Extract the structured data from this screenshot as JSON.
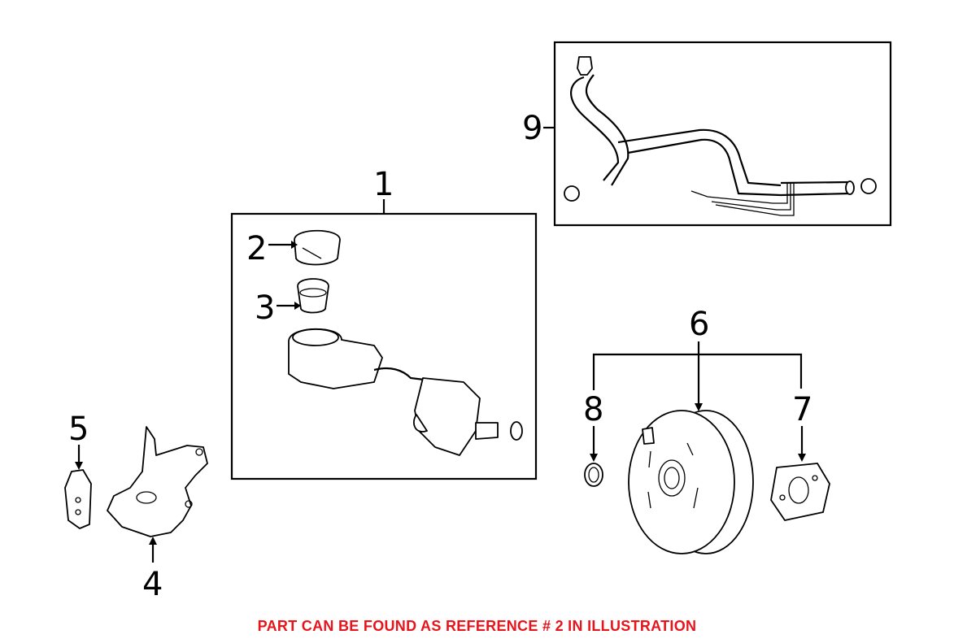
{
  "diagram": {
    "callouts": {
      "c1": "1",
      "c2": "2",
      "c3": "3",
      "c4": "4",
      "c5": "5",
      "c6": "6",
      "c7": "7",
      "c8": "8",
      "c9": "9"
    },
    "parts": [
      "brake-master-cylinder-assembly",
      "reservoir-cap",
      "reservoir-strainer",
      "bracket",
      "pedal-bracket",
      "brake-booster-assembly",
      "booster-gasket",
      "o-ring",
      "vacuum-hose-assembly"
    ]
  },
  "caption": {
    "text": "PART CAN BE FOUND AS REFERENCE # 2 IN ILLUSTRATION",
    "color": "#e8141c"
  }
}
